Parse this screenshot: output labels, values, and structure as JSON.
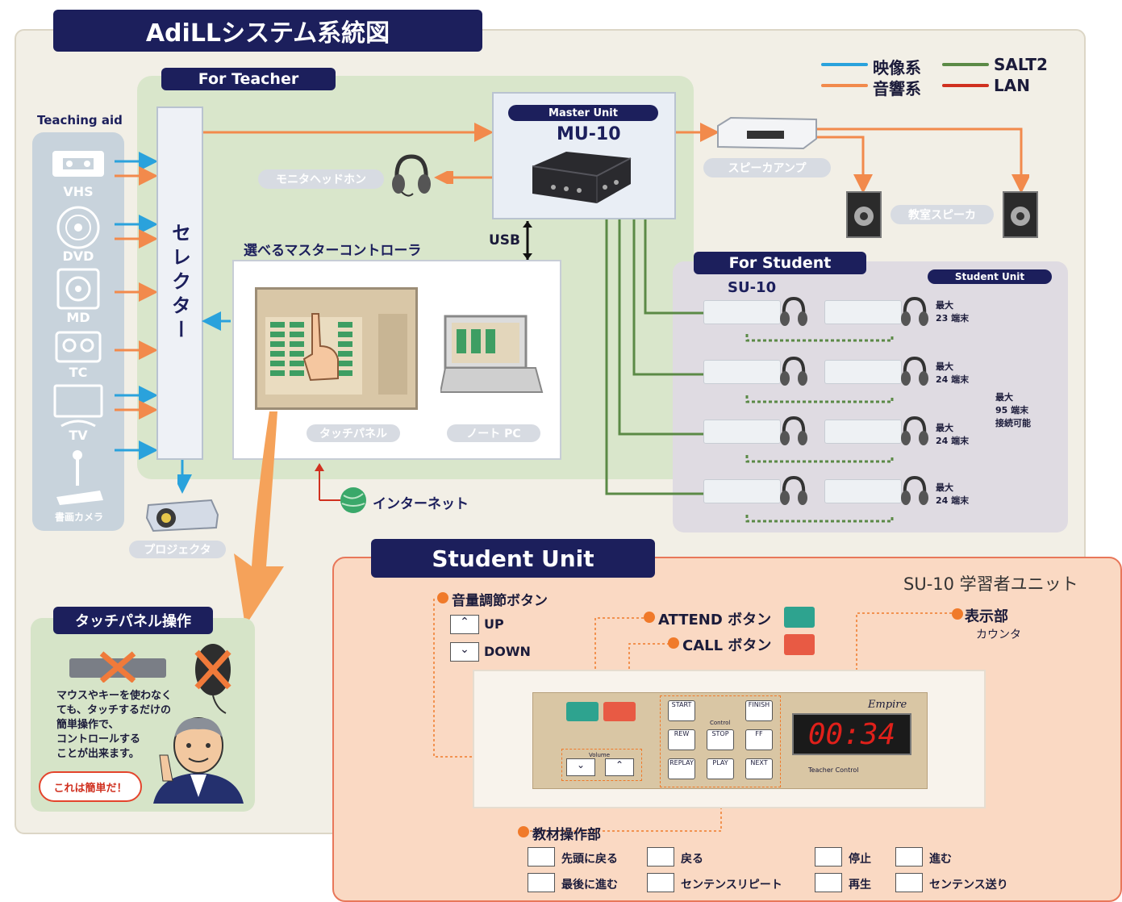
{
  "title": "AdiLLシステム系統図",
  "legend": {
    "items": [
      {
        "label": "映像系",
        "color": "#2aa2dc"
      },
      {
        "label": "SALT2",
        "color": "#5b8a46"
      },
      {
        "label": "音響系",
        "color": "#f28a4c"
      },
      {
        "label": "LAN",
        "color": "#d0301f"
      }
    ]
  },
  "teacher": {
    "heading": "For Teacher",
    "teaching_aid_label": "Teaching aid",
    "aids": [
      "VHS",
      "DVD",
      "MD",
      "TC",
      "TV",
      "書画カメラ"
    ],
    "selector_label": "セレクター",
    "monitor_headphone": "モニタヘッドホン",
    "controller_title": "選べるマスターコントローラ",
    "touch_panel": "タッチパネル",
    "note_pc": "ノート PC",
    "usb": "USB",
    "internet": "インターネット",
    "projector": "プロジェクタ"
  },
  "master": {
    "label": "Master Unit",
    "model": "MU-10"
  },
  "speakers": {
    "amp": "スピーカアンプ",
    "classroom": "教室スピーカ"
  },
  "student": {
    "heading": "For Student",
    "unit_label": "Student Unit",
    "model": "SU-10",
    "rows": [
      "最大\n23 端末",
      "最大\n24 端末",
      "最大\n24 端末",
      "最大\n24 端末"
    ],
    "total": "最大\n95 端末\n接続可能"
  },
  "touch_op": {
    "title": "タッチパネル操作",
    "text": "マウスやキーを使わなく\nても、タッチするだけの\n簡単操作で、\nコントロールする\nことが出来ます。",
    "bubble": "これは簡単だ！"
  },
  "su_detail": {
    "title": "Student Unit",
    "subtitle": "SU-10 学習者ユニット",
    "volume_label": "音量調節ボタン",
    "up": "UP",
    "down": "DOWN",
    "attend": "ATTEND ボタン",
    "call": "CALL ボタン",
    "display_label": "表示部",
    "counter": "カウンタ",
    "counter_value": "00:34",
    "brand": "Empire",
    "teacher_control": "Teacher Control",
    "volume_small": "Volume",
    "control_small": "Control",
    "ops_label": "教材操作部",
    "ops": [
      "先頭に戻る",
      "戻る",
      "停止",
      "進む",
      "最後に進む",
      "センテンスリピート",
      "再生",
      "センテンス送り"
    ],
    "panel_buttons": [
      "START",
      "FINISH",
      "REW",
      "STOP",
      "FF",
      "REPLAY",
      "PLAY",
      "NEXT"
    ]
  }
}
